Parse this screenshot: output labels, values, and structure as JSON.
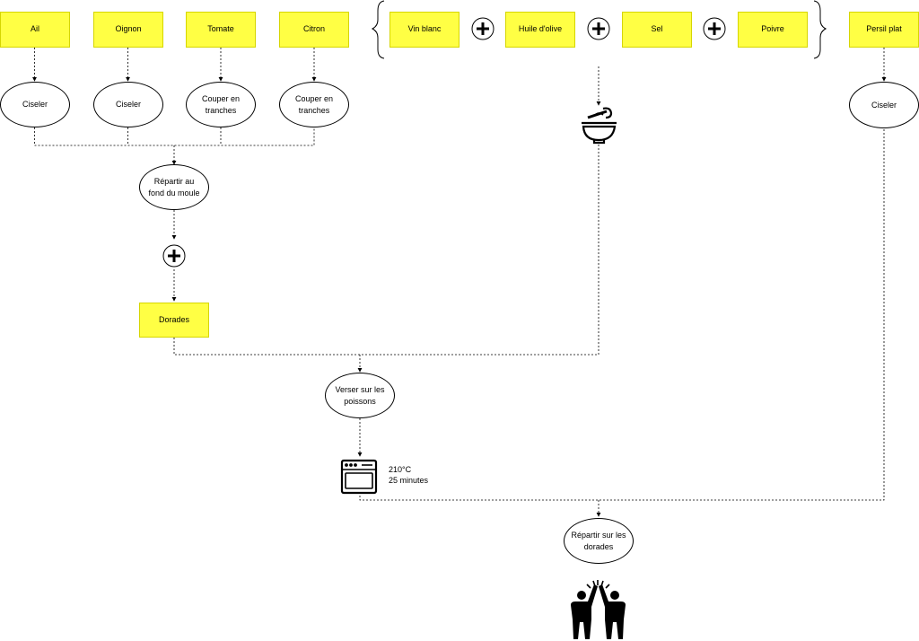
{
  "ingredients": {
    "ail": "Ail",
    "oignon": "Oignon",
    "tomate": "Tomate",
    "citron": "Citron",
    "vin_blanc": "Vin blanc",
    "huile_olive": "Huile d'olive",
    "sel": "Sel",
    "poivre": "Poivre",
    "persil": "Persil plat",
    "dorades": "Dorades"
  },
  "steps": {
    "ciseler_ail": "Ciseler",
    "ciseler_oignon": "Ciseler",
    "couper_tomate": "Couper en tranches",
    "couper_citron": "Couper en tranches",
    "repartir_moule": "Répartir au fond du moule",
    "ciseler_persil": "Ciseler",
    "verser": "Verser sur les poissons",
    "repartir_dorades": "Répartir sur les dorades"
  },
  "oven": {
    "temperature": "210°C",
    "duration": "25 minutes"
  },
  "icons": [
    "plus-icon",
    "mixing-bowl-icon",
    "oven-icon",
    "high-five-icon"
  ],
  "colors": {
    "ingredient_fill": "#ffff44",
    "ingredient_border": "#d6d600",
    "line": "#000000"
  }
}
